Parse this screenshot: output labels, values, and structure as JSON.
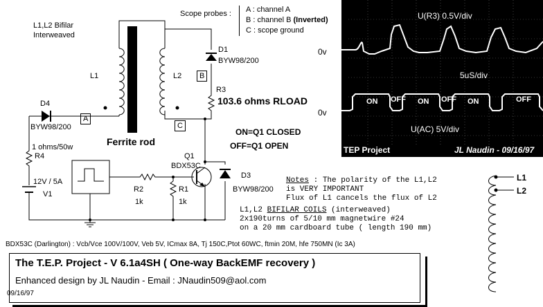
{
  "labels": {
    "bifilar_note": [
      "L1,L2 Bifilar",
      "Interweaved"
    ],
    "scope_probes": "Scope probes :",
    "probe_a": "A : channel A",
    "probe_b_prefix": "B : channel B ",
    "probe_b_suffix": "(Inverted)",
    "probe_c": "C : scope ground",
    "ferrite": "Ferrite rod",
    "L1": "L1",
    "L2": "L2",
    "D1": "D1",
    "D1_part": "BYW98/200",
    "D4": "D4",
    "D4_part": "BYW98/200",
    "R3": "R3",
    "rload": "103.6 ohms RLOAD",
    "on_closed": "ON=Q1 CLOSED",
    "off_open": "OFF=Q1 OPEN",
    "R4_value": "1 ohms/50w",
    "R4": "R4",
    "V1_value": "12V / 5A",
    "V1": "V1",
    "Q1": "Q1",
    "Q1_part": "BDX53C",
    "D3": "D3",
    "D3_part": "BYW98/200",
    "R2": "R2",
    "R2_value": "1k",
    "R1": "R1",
    "R1_value": "1k",
    "probe_letter_a": "A",
    "probe_letter_b": "B",
    "probe_letter_c": "C"
  },
  "scope": {
    "top_label": "U(R3) 0.5V/div",
    "ov_top": "0v",
    "timebase": "5uS/div",
    "ov_bottom": "0v",
    "bottom_label": "U(AC) 5V/div",
    "footer_left": "TEP Project",
    "footer_right": "JL Naudin - 09/16/97",
    "on_off": [
      "ON",
      "OFF",
      "ON",
      "OFF",
      "ON",
      "OFF"
    ]
  },
  "notes": {
    "notes_word": "Notes",
    "line1_rest": " : The polarity of the L1,L2",
    "line2": "is VERY IMPORTANT",
    "line3": "Flux of L1 cancels the flux of L2",
    "coils_prefix": "L1,L2 ",
    "coils_underlined": "BIFILAR COILS",
    "coils_suffix": " (interweaved)",
    "turns_line": "2x190turns of 5/10 mm magnetwire #24",
    "tube_line": "on a 20 mm cardboard tube ( length 190 mm)",
    "coil_L1": "L1",
    "coil_L2": "L2"
  },
  "spec_line": "BDX53C (Darlington) : Vcb/Vce 100V/100V, Veb 5V, ICmax 8A, Tj 150C,Ptot 60WC, ftmin 20M, hfe 750MN (Ic 3A)",
  "title_box": {
    "title": "The T.E.P. Project - V 6.1a4SH ( One-way BackEMF recovery )",
    "subtitle": "Enhanced design by JL Naudin - Email :  JNaudin509@aol.com",
    "date": "09/16/97"
  },
  "colors": {
    "background": "#ffffff",
    "ink": "#000000",
    "scope_bg": "#000000",
    "trace": "#ffffff"
  }
}
